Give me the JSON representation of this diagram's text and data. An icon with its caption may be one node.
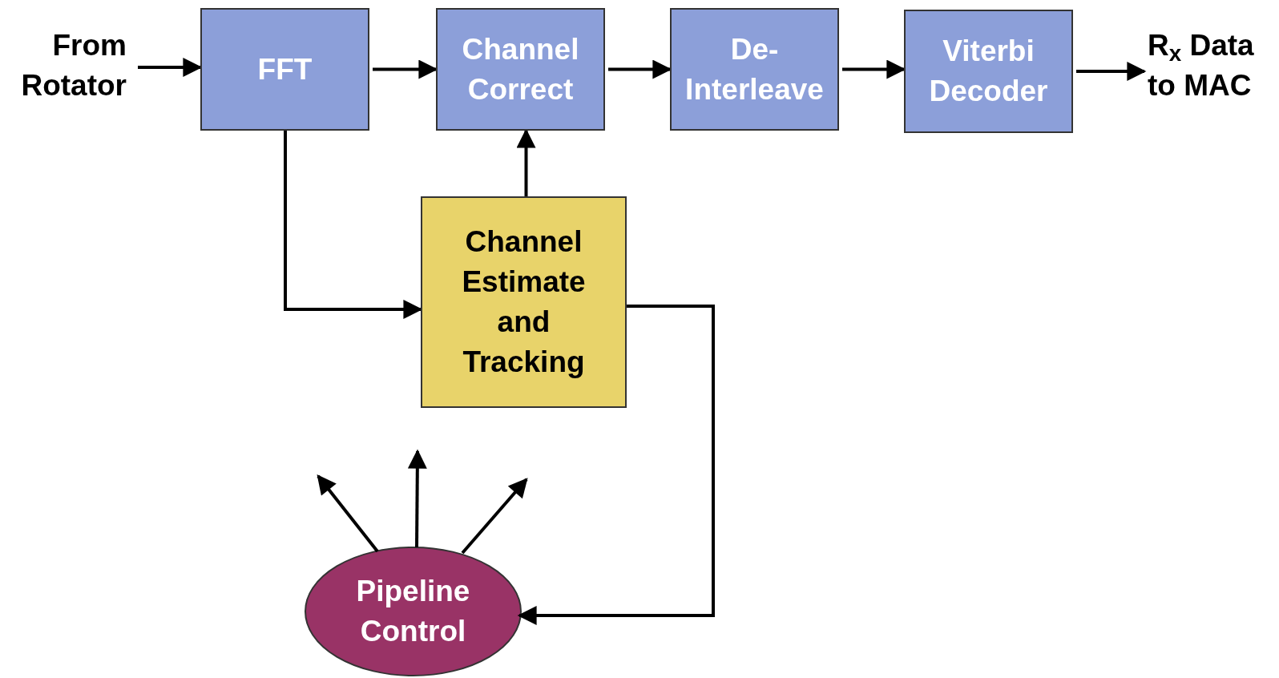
{
  "diagram": {
    "nodes": [
      {
        "text": [
          "From Rotator"
        ]
      },
      {
        "text": [
          "FFT"
        ]
      },
      {
        "text": [
          "Channel Correct"
        ]
      },
      {
        "text": [
          "De-Interleave"
        ]
      },
      {
        "text": [
          "Viterbi Decoder"
        ]
      },
      {
        "text": [
          "R$_{x}$ Data to MAC"
        ]
      },
      {
        "text": [
          "Channel Estimate and Tracking"
        ]
      },
      {
        "text": [
          "Pipeline Control"
        ]
      }
    ],
    "edges": [
      {
        "from": 0,
        "to": 1,
        "arrow": "to"
      },
      {
        "from": 1,
        "to": 2,
        "arrow": "to"
      },
      {
        "from": 2,
        "to": 3,
        "arrow": "to"
      },
      {
        "from": 3,
        "to": 4,
        "arrow": "to"
      },
      {
        "from": 4,
        "to": 5,
        "arrow": "to"
      },
      {
        "from": 6,
        "to": 2,
        "arrow": "to"
      },
      {
        "from": 1,
        "to": 6,
        "arrow": "to"
      },
      {
        "from": 6,
        "to": 7,
        "arrow": "to"
      },
      {
        "from": 7,
        "to": null,
        "arrow": "to"
      },
      {
        "from": 7,
        "to": null,
        "arrow": "to"
      },
      {
        "from": 7,
        "to": null,
        "arrow": "to"
      }
    ]
  }
}
